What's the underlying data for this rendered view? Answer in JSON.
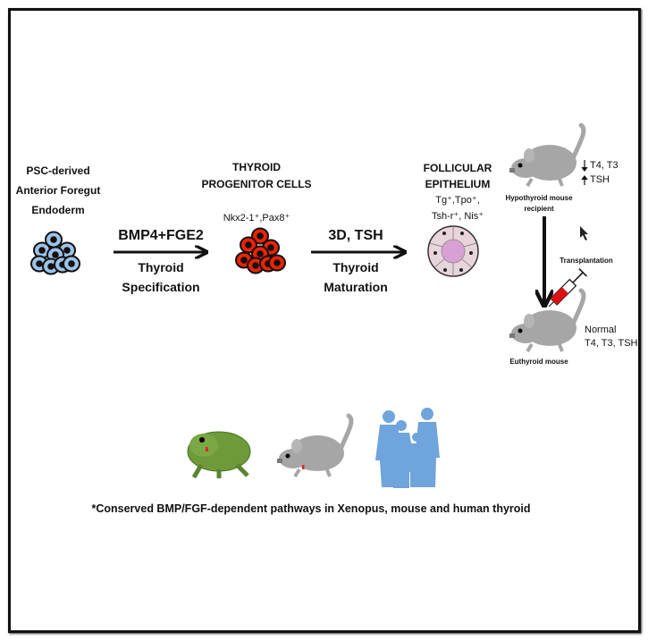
{
  "stages": {
    "endoderm": {
      "lines": [
        "PSC-derived",
        "Anterior Foregut",
        "Endoderm"
      ],
      "cell_color": "#9dc3e6"
    },
    "progenitor": {
      "lines": [
        "THYROID",
        "PROGENITOR CELLS"
      ],
      "markers": "Nkx2-1⁺,Pax8⁺",
      "cell_color": "#ee2200"
    },
    "follicular": {
      "lines": [
        "FOLLICULAR",
        "EPITHELIUM"
      ],
      "markers": [
        "Tg⁺,Tpo⁺,",
        "Tsh-r⁺, Nis⁺"
      ],
      "lumen_color": "#d9a0d4"
    }
  },
  "steps": [
    {
      "factors": "BMP4+FGE2",
      "labels": [
        "Thyroid",
        "Specification"
      ]
    },
    {
      "factors": "3D, TSH",
      "labels": [
        "Thyroid",
        "Maturation"
      ]
    }
  ],
  "transplant": {
    "recipient": {
      "label": [
        "Hypothyroid mouse",
        "recipient"
      ],
      "hormones_down": "T4, T3",
      "hormones_up": "TSH"
    },
    "step_label": "Transplantation",
    "result": {
      "label": "Euthyroid mouse",
      "hormones": [
        "Normal",
        "T4, T3, TSH"
      ]
    }
  },
  "species": [
    "frog",
    "mouse",
    "human-family"
  ],
  "caption": "*Conserved BMP/FGF-dependent pathways in Xenopus, mouse and human thyroid",
  "colors": {
    "mouse": "#a6a6a6",
    "frog": "#6e9a3a",
    "human": "#6fa4dc",
    "syringe": "#dd1111"
  }
}
